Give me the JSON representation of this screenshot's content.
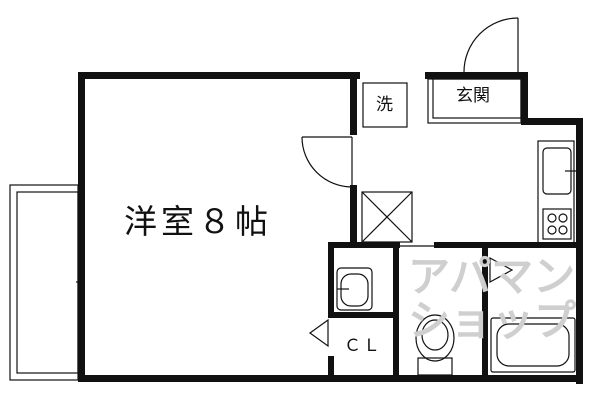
{
  "labels": {
    "main_room": "洋室８帖",
    "washer": "洗",
    "entrance": "玄関",
    "closet": "ＣＬ"
  },
  "watermark": {
    "line1": "アパマン",
    "line2": "ショップ"
  },
  "colors": {
    "wall": "#111111",
    "background": "#ffffff",
    "watermark": "#cfcfcf"
  }
}
